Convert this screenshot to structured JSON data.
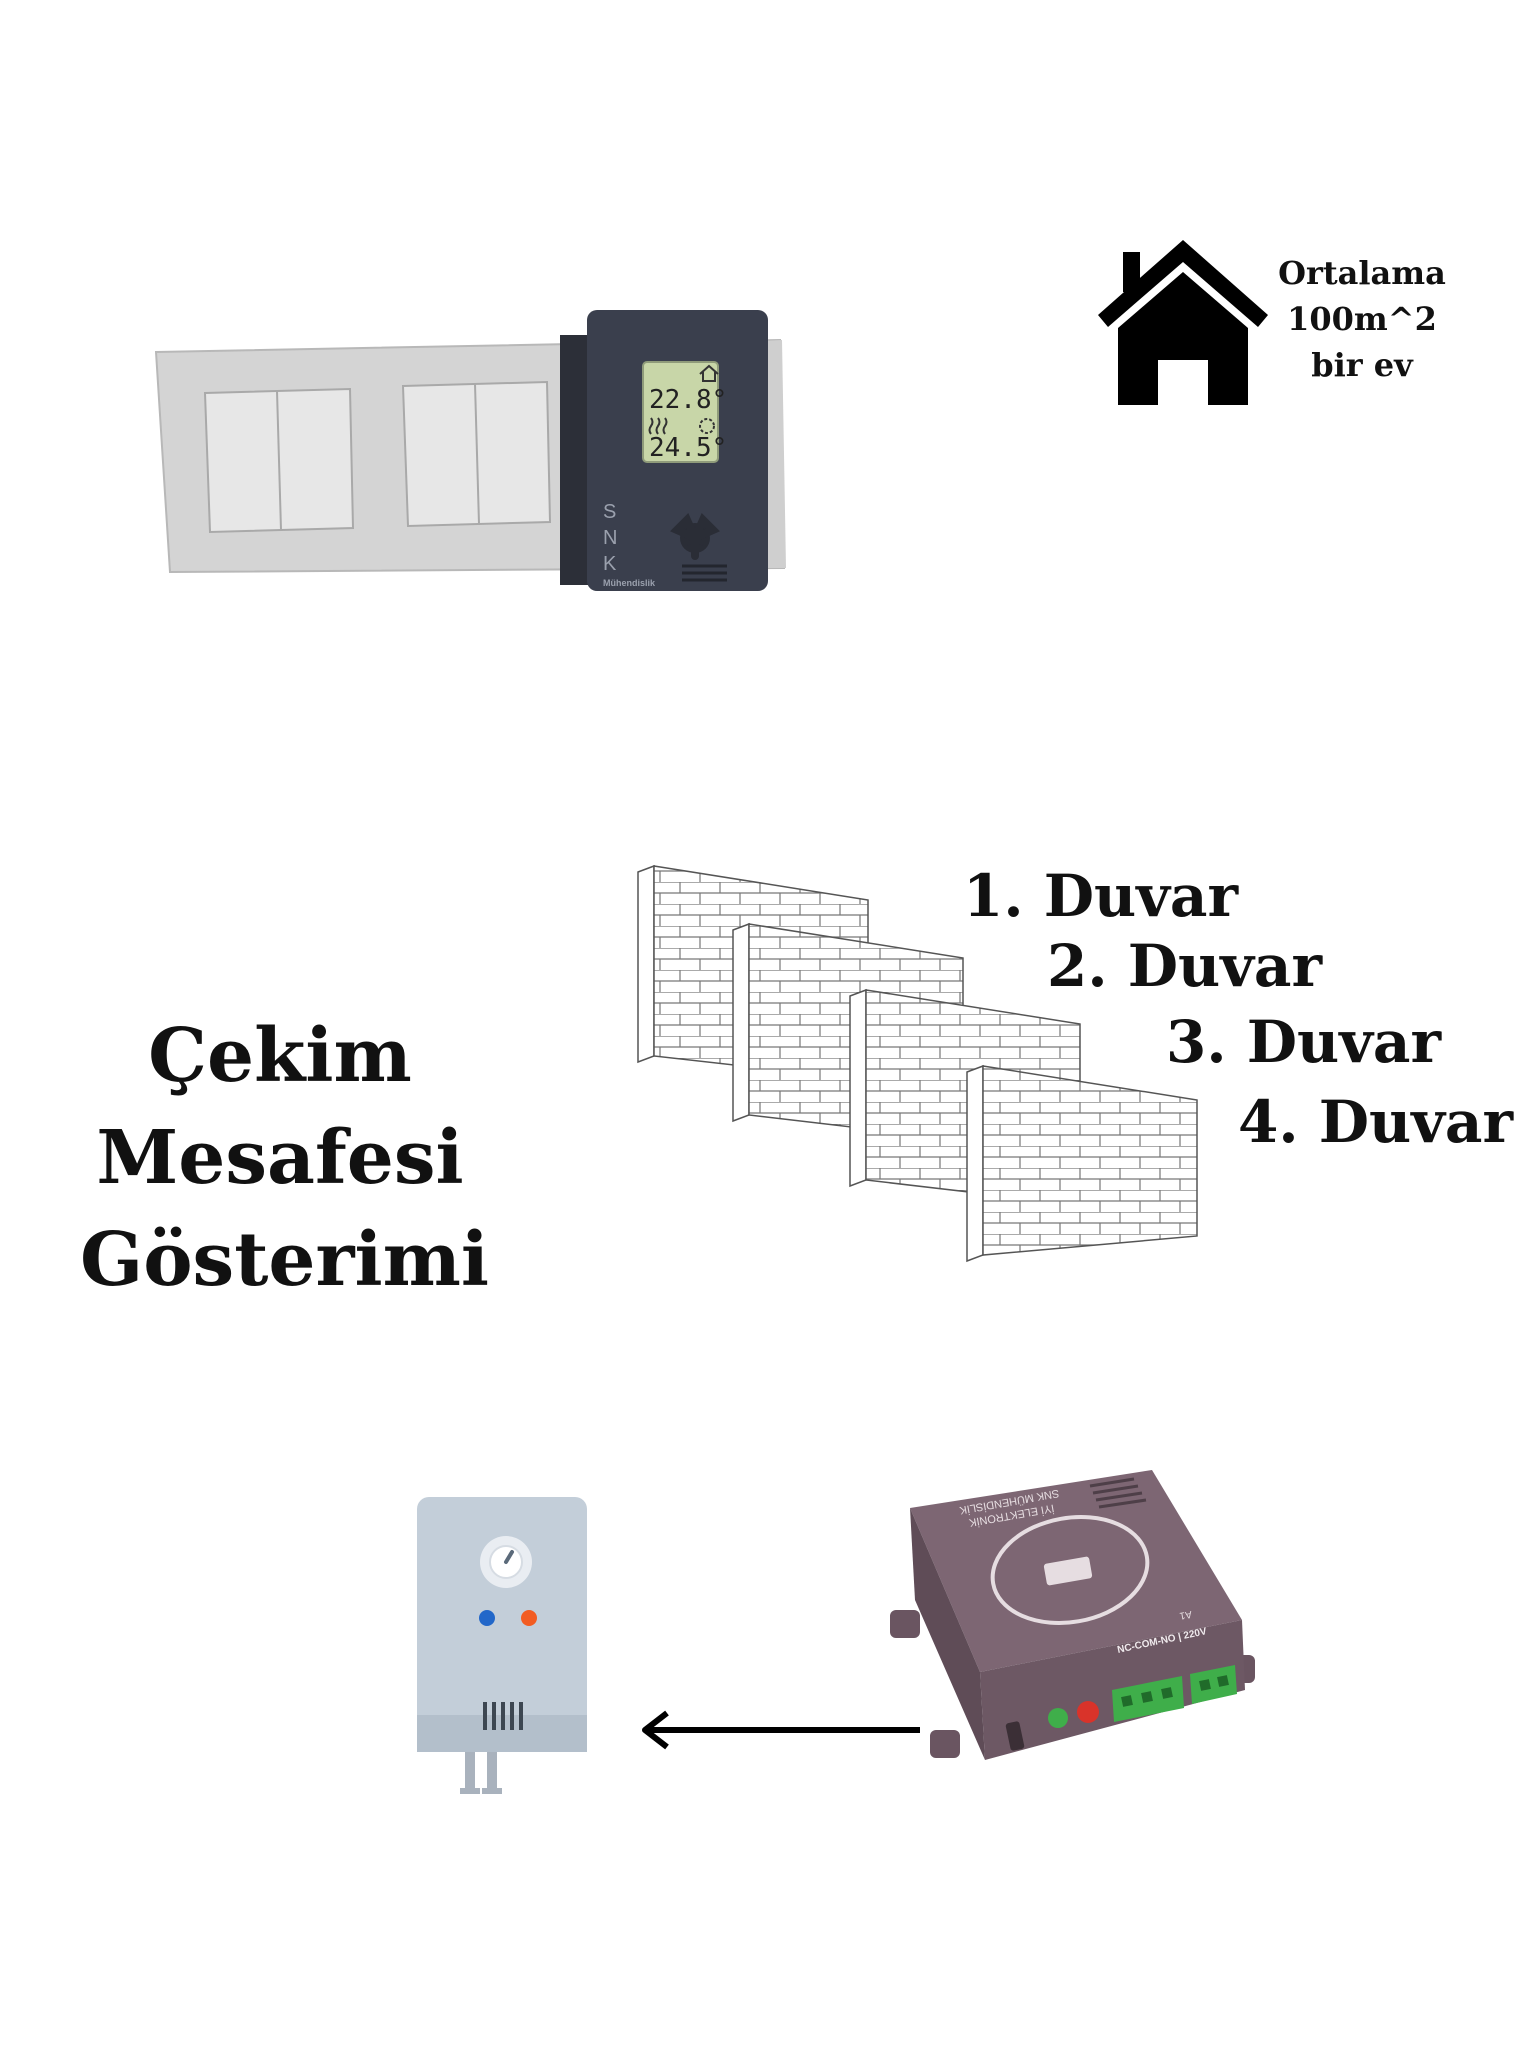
{
  "house": {
    "line1": "Ortalama",
    "line2": "100m^2",
    "line3": "bir ev"
  },
  "title": {
    "line1": "Çekim",
    "line2": "Mesafesi",
    "line3": "Gösterimi"
  },
  "walls": [
    "1. Duvar",
    "2. Duvar",
    "3. Duvar",
    "4. Duvar"
  ],
  "thermostat": {
    "brand_letters": [
      "S",
      "N",
      "K"
    ],
    "brand_sub": "Mühendislik",
    "room_temp": "22.8°",
    "set_temp": "24.5°"
  },
  "receiver": {
    "top_text_line1": "SNK MÜHENDİSLİK",
    "top_text_line2": "İYİ ELEKTRONİK",
    "model": "A1",
    "terminal_label": "NC-COM-NO | 220V"
  },
  "colors": {
    "thermostat_body": "#3a3f4d",
    "lcd": "#c8d6a8",
    "plate": "#d8d8d8",
    "receiver_body": "#7d6673",
    "boiler_body": "#c3ced9",
    "terminal_green": "#3fae4a"
  }
}
